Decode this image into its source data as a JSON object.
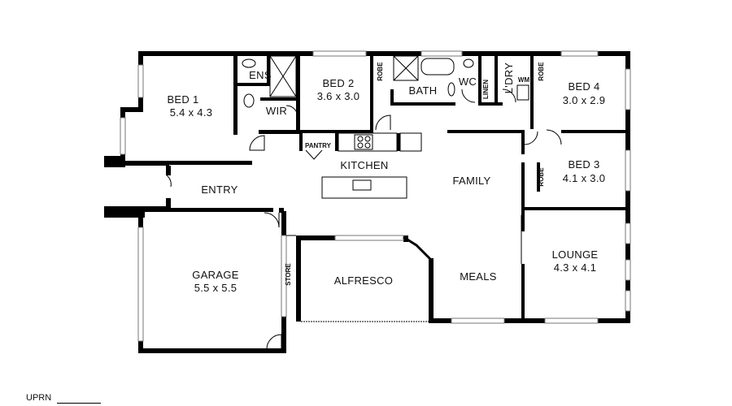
{
  "rooms": {
    "bed1": {
      "name": "BED 1",
      "dims": "5.4  x  4.3"
    },
    "bed2": {
      "name": "BED 2",
      "dims": "3.6  x  3.0"
    },
    "bed3": {
      "name": "BED 3",
      "dims": "4.1  x  3.0"
    },
    "bed4": {
      "name": "BED 4",
      "dims": "3.0  x  2.9"
    },
    "ens": {
      "name": "ENS"
    },
    "wir": {
      "name": "WIR"
    },
    "bath": {
      "name": "BATH"
    },
    "wc": {
      "name": "WC"
    },
    "ldry": {
      "name": "L'DRY"
    },
    "linen": {
      "name": "LINEN"
    },
    "wm": {
      "name": "WM"
    },
    "robe_b2": {
      "name": "ROBE"
    },
    "robe_b4": {
      "name": "ROBE"
    },
    "robe_b3": {
      "name": "ROBE"
    },
    "pantry": {
      "name": "PANTRY"
    },
    "kitchen": {
      "name": "KITCHEN"
    },
    "entry": {
      "name": "ENTRY"
    },
    "family": {
      "name": "FAMILY"
    },
    "garage": {
      "name": "GARAGE",
      "dims": "5.5  x  5.5"
    },
    "store": {
      "name": "STORE"
    },
    "alfresco": {
      "name": "ALFRESCO"
    },
    "meals": {
      "name": "MEALS"
    },
    "lounge": {
      "name": "LOUNGE",
      "dims": "4.3  x  4.1"
    }
  },
  "footer": {
    "uprn_label": "UPRN"
  }
}
